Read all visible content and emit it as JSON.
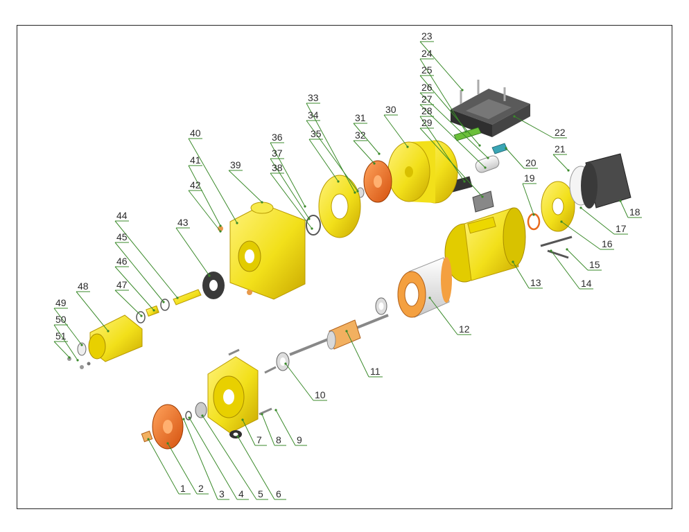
{
  "colors": {
    "yellow": "#f2e01a",
    "yellow_dark": "#c9a800",
    "orange": "#e86a1c",
    "dark": "#2f2f2f",
    "leader": "#3a8a2a",
    "frame": "#222222"
  },
  "part_labels": [
    "1",
    "2",
    "3",
    "4",
    "5",
    "6",
    "7",
    "8",
    "9",
    "10",
    "11",
    "12",
    "13",
    "14",
    "15",
    "16",
    "17",
    "18",
    "19",
    "20",
    "21",
    "22",
    "23",
    "24",
    "25",
    "26",
    "27",
    "28",
    "29",
    "30",
    "31",
    "32",
    "33",
    "34",
    "35",
    "36",
    "37",
    "38",
    "39",
    "40",
    "41",
    "42",
    "43",
    "44",
    "45",
    "46",
    "47",
    "48",
    "49",
    "50",
    "51"
  ]
}
